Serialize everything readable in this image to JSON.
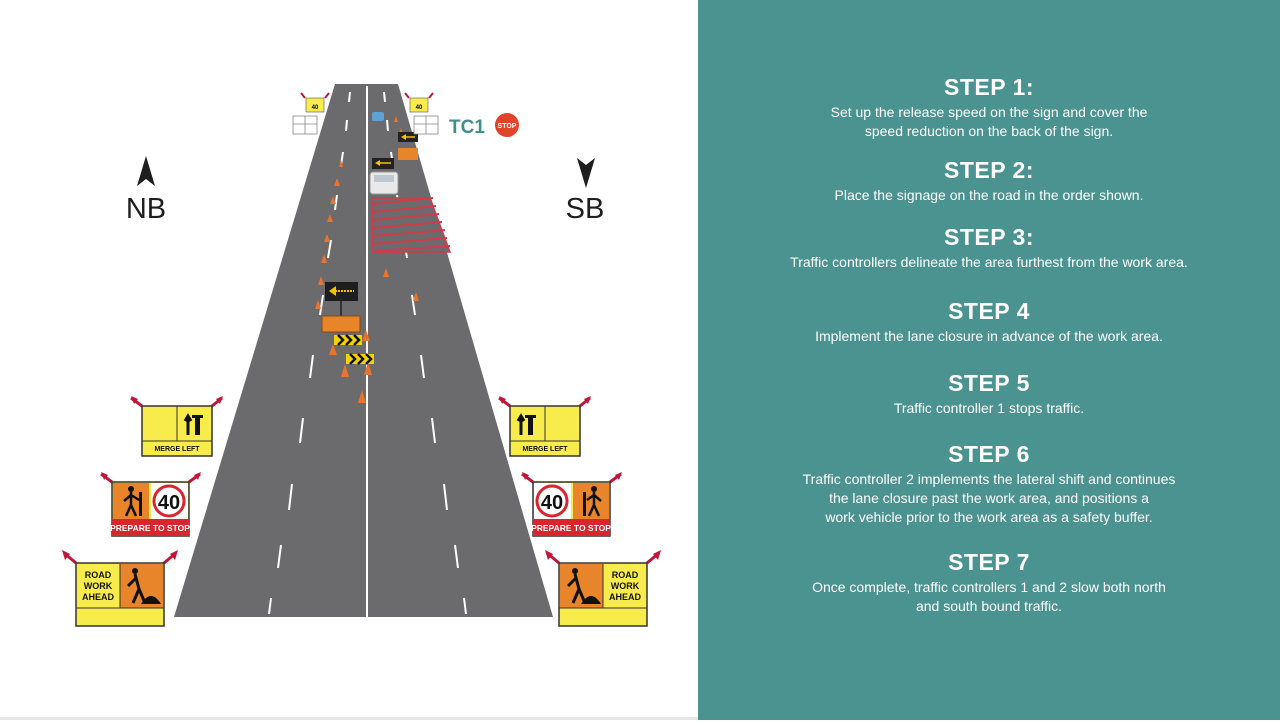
{
  "directions": {
    "north": "NB",
    "south": "SB"
  },
  "controller_label": "TC1",
  "stop_sign": "STOP",
  "signs": {
    "merge_left": "MERGE LEFT",
    "prepare_to_stop": "PREPARE TO STOP",
    "speed_limit": "40",
    "road_work_ahead": [
      "ROAD",
      "WORK",
      "AHEAD"
    ],
    "small_sign_speed": "40"
  },
  "steps": [
    {
      "title": "STEP 1:",
      "text": "Set up the release speed on the sign and cover the\nspeed reduction on the back of the sign."
    },
    {
      "title": "STEP 2:",
      "text": "Place the signage on the road in the order shown."
    },
    {
      "title": "STEP 3:",
      "text": "Traffic controllers delineate the area furthest from the work area."
    },
    {
      "title": "STEP 4",
      "text": "Implement the lane closure in advance of the work area."
    },
    {
      "title": "STEP 5",
      "text": "Traffic controller 1 stops traffic."
    },
    {
      "title": "STEP 6",
      "text": "Traffic controller 2 implements the lateral shift and continues\nthe lane closure past the work area, and positions a\nwork vehicle prior to the work area as a safety buffer."
    },
    {
      "title": "STEP 7",
      "text": "Once complete, traffic controllers 1 and 2 slow both north\nand south bound traffic."
    }
  ],
  "colors": {
    "panel": "#4a9390",
    "road": "#6b6b6d",
    "sign_yellow": "#f7ec4b",
    "sign_orange": "#e8852a",
    "cone": "#e8752a",
    "controller_text": "#3f8f8a",
    "stop_red": "#e0442a"
  }
}
